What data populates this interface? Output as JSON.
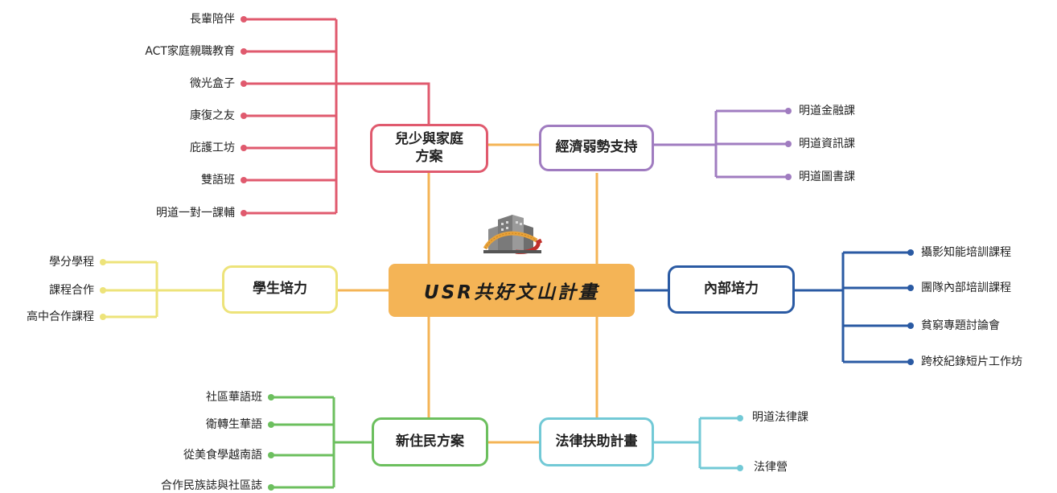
{
  "center": {
    "title": "USR共好文山計畫"
  },
  "colors": {
    "red": "#e05a6e",
    "purple": "#a07cc0",
    "yellow": "#ede37a",
    "blue": "#2a5aa3",
    "green": "#6cbf5e",
    "cyan": "#72c9d6",
    "orange": "#f4b456"
  },
  "branches": {
    "children_family": {
      "label": "兒少與家庭\n方案",
      "items": [
        "長輩陪伴",
        "ACT家庭親職教育",
        "微光盒子",
        "康復之友",
        "庇護工坊",
        "雙語班",
        "明道一對一課輔"
      ]
    },
    "economic": {
      "label": "經濟弱勢支持",
      "items": [
        "明道金融課",
        "明道資訊課",
        "明道圖書課"
      ]
    },
    "student": {
      "label": "學生培力",
      "items": [
        "學分學程",
        "課程合作",
        "高中合作課程"
      ]
    },
    "internal": {
      "label": "內部培力",
      "items": [
        "攝影知能培訓課程",
        "團隊內部培訓課程",
        "貧窮專題討論會",
        "跨校紀錄短片工作坊"
      ]
    },
    "immigrant": {
      "label": "新住民方案",
      "items": [
        "社區華語班",
        "衛轉生華語",
        "從美食學越南語",
        "合作民族誌與社區誌"
      ]
    },
    "legal": {
      "label": "法律扶助計畫",
      "items": [
        "明道法律課",
        "法律營"
      ]
    }
  }
}
